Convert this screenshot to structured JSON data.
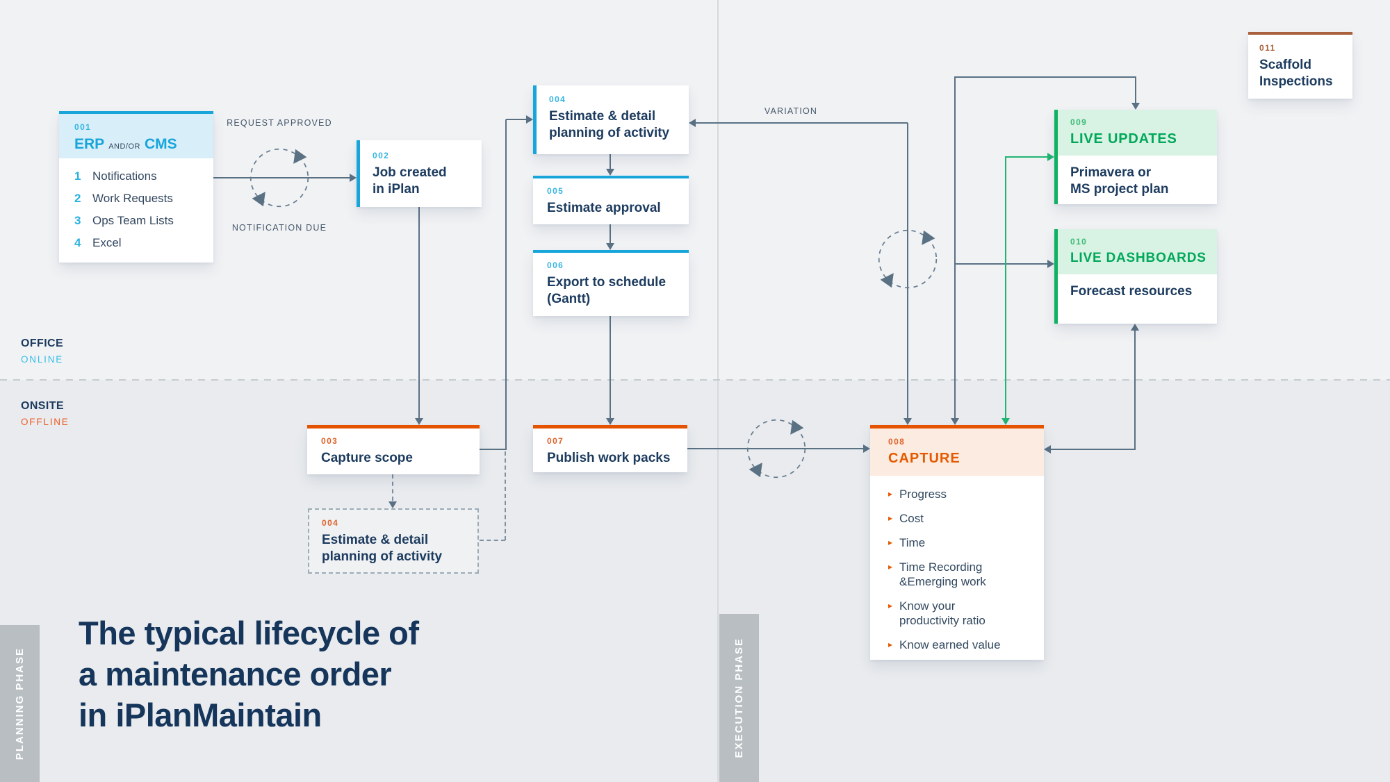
{
  "palette": {
    "cyan": "#17a5da",
    "orange": "#e55a00",
    "green": "#0fb163",
    "brown": "#a8613c",
    "navy": "#1c3b5e",
    "line_gray": "#5a7184"
  },
  "title": {
    "lines": [
      "The typical lifecycle of",
      "a maintenance order",
      "in iPlanMaintain"
    ]
  },
  "region_labels": {
    "office": "OFFICE",
    "online": "ONLINE",
    "onsite": "ONSITE",
    "offline": "OFFLINE"
  },
  "phase_tabs": {
    "planning": "PLANNING PHASE",
    "execution": "EXECUTION PHASE"
  },
  "flow_labels": {
    "request_approved": "REQUEST APPROVED",
    "notification_due": "NOTIFICATION DUE",
    "variation": "VARIATION"
  },
  "icons": {
    "bullet_glyph": "▸"
  },
  "boxes": {
    "b001": {
      "number": "001",
      "erp": "ERP",
      "and_or": "AND/OR",
      "cms": "CMS",
      "items": [
        {
          "num": "1",
          "label": "Notifications"
        },
        {
          "num": "2",
          "label": "Work Requests"
        },
        {
          "num": "3",
          "label": "Ops Team Lists"
        },
        {
          "num": "4",
          "label": "Excel"
        }
      ]
    },
    "b002": {
      "number": "002",
      "lines": [
        "Job created",
        "in iPlan"
      ]
    },
    "b003": {
      "number": "003",
      "lines": [
        "Capture scope"
      ]
    },
    "b004": {
      "number": "004",
      "lines": [
        "Estimate & detail",
        "planning of activity"
      ]
    },
    "b004_dashed": {
      "number": "004",
      "lines": [
        "Estimate & detail",
        "planning of activity"
      ]
    },
    "b005": {
      "number": "005",
      "lines": [
        "Estimate approval"
      ]
    },
    "b006": {
      "number": "006",
      "lines": [
        "Export to schedule",
        "(Gantt)"
      ]
    },
    "b007": {
      "number": "007",
      "lines": [
        "Publish work packs"
      ]
    },
    "b008": {
      "number": "008",
      "title": "CAPTURE",
      "items": [
        {
          "lines": [
            "Progress",
            ""
          ]
        },
        {
          "lines": [
            "Cost",
            ""
          ]
        },
        {
          "lines": [
            "Time",
            ""
          ]
        },
        {
          "lines": [
            "Time Recording",
            "&Emerging work"
          ]
        },
        {
          "lines": [
            "Know your",
            "productivity ratio"
          ]
        },
        {
          "lines": [
            "Know earned value",
            ""
          ]
        }
      ]
    },
    "b009": {
      "number": "009",
      "title": "LIVE UPDATES",
      "lines": [
        "Primavera or",
        "MS project plan"
      ]
    },
    "b010": {
      "number": "010",
      "title": "LIVE DASHBOARDS",
      "lines": [
        "Forecast resources"
      ]
    },
    "b011": {
      "number": "011",
      "lines": [
        "Scaffold",
        "Inspections"
      ]
    }
  }
}
